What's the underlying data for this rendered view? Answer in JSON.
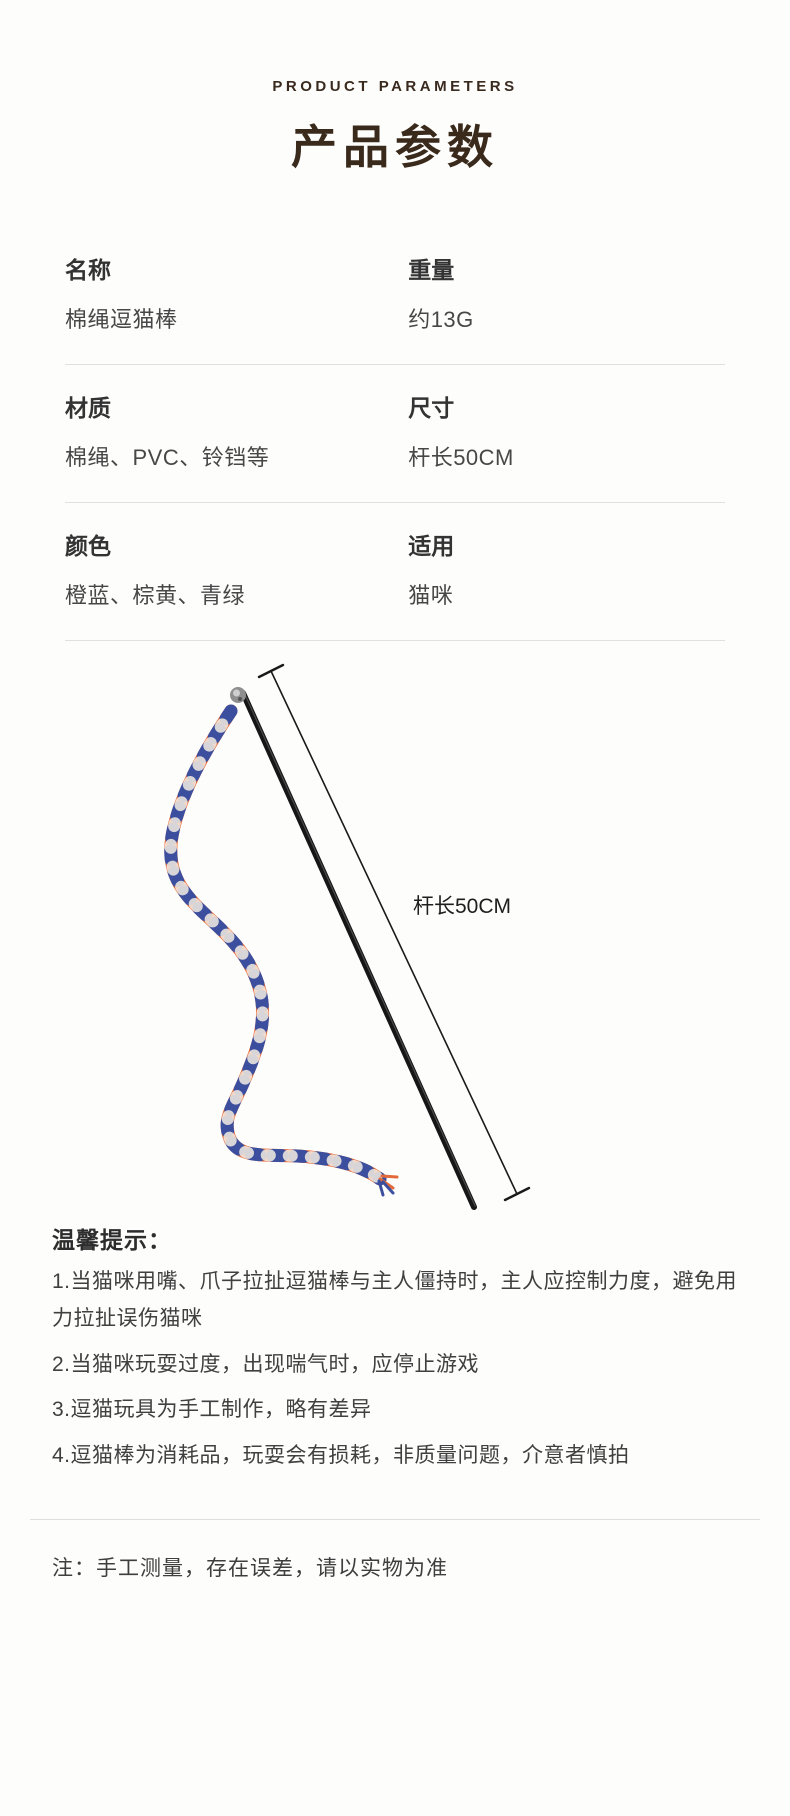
{
  "header": {
    "subtitle": "PRODUCT PARAMETERS",
    "title": "产品参数"
  },
  "params": {
    "rows": [
      {
        "left": {
          "label": "名称",
          "value": "棉绳逗猫棒"
        },
        "right": {
          "label": "重量",
          "value": "约13G"
        }
      },
      {
        "left": {
          "label": "材质",
          "value": "棉绳、PVC、铃铛等"
        },
        "right": {
          "label": "尺寸",
          "value": "杆长50CM"
        }
      },
      {
        "left": {
          "label": "颜色",
          "value": "橙蓝、棕黄、青绿"
        },
        "right": {
          "label": "适用",
          "value": "猫咪"
        }
      }
    ]
  },
  "figure": {
    "measure_label": "杆长50CM"
  },
  "tips": {
    "heading": "温馨提示：",
    "items": [
      "1.当猫咪用嘴、爪子拉扯逗猫棒与主人僵持时，主人应控制力度，避免用力拉扯误伤猫咪",
      "2.当猫咪玩耍过度，出现喘气时，应停止游戏",
      "3.逗猫玩具为手工制作，略有差异",
      "4.逗猫棒为消耗品，玩耍会有损耗，非质量问题，介意者慎拍"
    ]
  },
  "footer": {
    "note": "注：手工测量，存在误差，请以实物为准"
  },
  "colors": {
    "title_brown": "#3a2a1c",
    "rod_black": "#161616",
    "rope_orange": "#e2693a",
    "rope_blue": "#3c4f9e",
    "measure_line": "#1a1a1a"
  }
}
